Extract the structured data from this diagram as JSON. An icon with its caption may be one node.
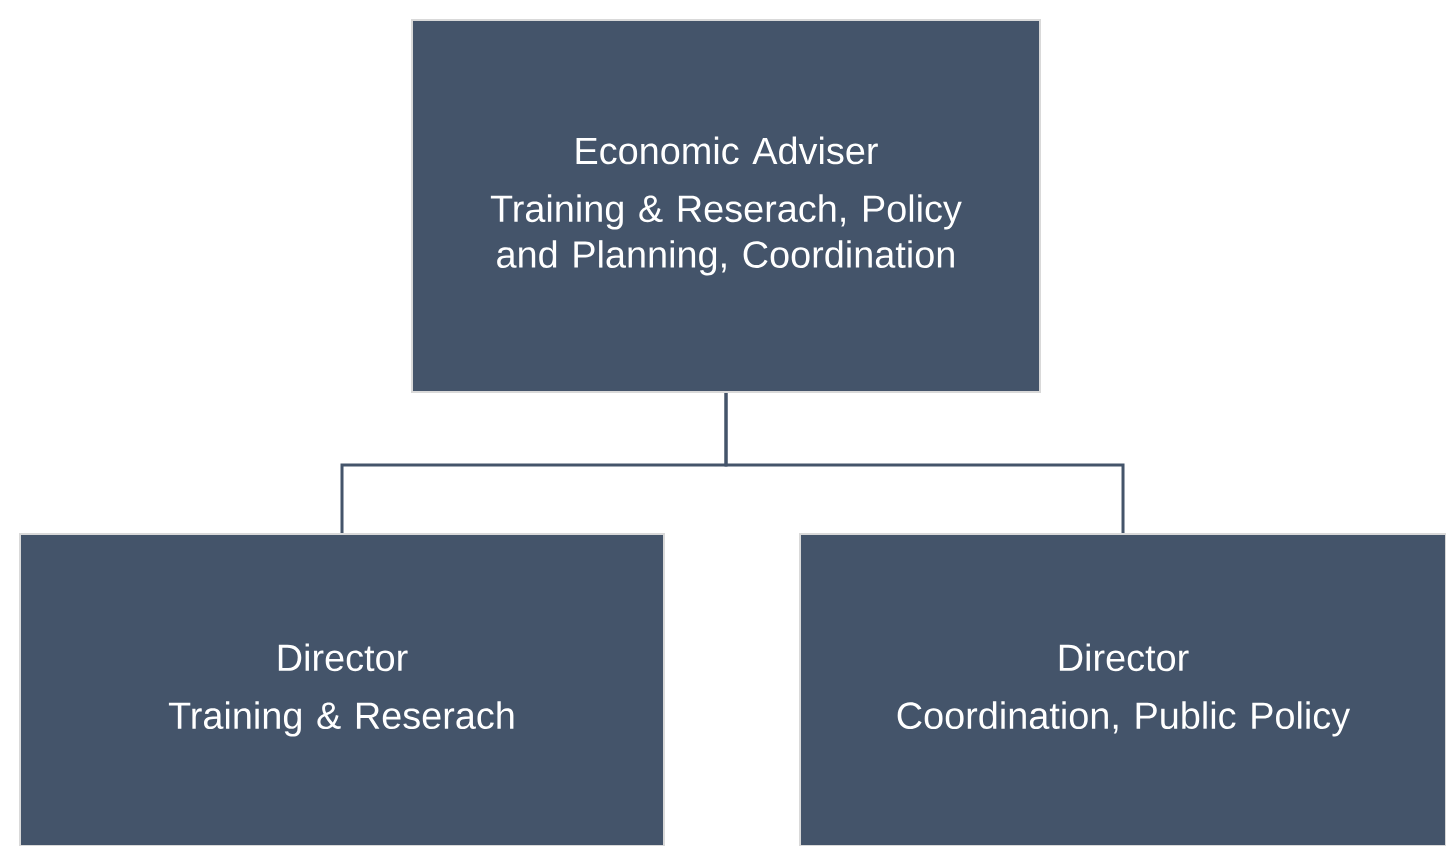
{
  "diagram": {
    "nodes": [
      {
        "text": [
          "Economic Adviser",
          "Training & Reserach, Policy and Planning, Coordination"
        ]
      },
      {
        "text": [
          "Director",
          "Training & Reserach"
        ]
      },
      {
        "text": [
          "Director",
          "Coordination, Public Policy"
        ]
      }
    ],
    "edges": [
      {
        "from": 0,
        "to": 1,
        "arrow": "none"
      },
      {
        "from": 0,
        "to": 2,
        "arrow": "none"
      }
    ]
  }
}
